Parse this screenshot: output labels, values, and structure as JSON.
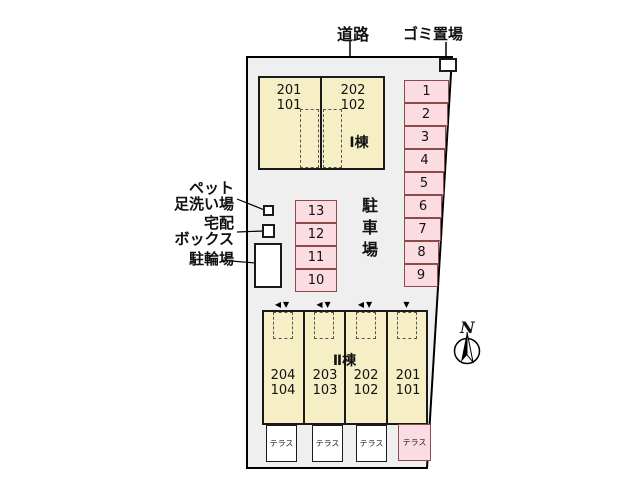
{
  "colors": {
    "site_fill": "#efefef",
    "building_fill": "#f6efc6",
    "stall_fill": "#fbdce3",
    "stall_border": "#8c4a4a"
  },
  "top_labels": {
    "road": "道路",
    "garbage": "ゴミ置場"
  },
  "left_labels": {
    "pet_wash": "ペット\n足洗い場",
    "delivery_box": "宅配\nボックス",
    "bicycle": "駐輪場"
  },
  "parking": {
    "label": "駐車場",
    "right_stalls": [
      "1",
      "2",
      "3",
      "4",
      "5",
      "6",
      "7",
      "8",
      "9"
    ],
    "middle_stalls": [
      "13",
      "12",
      "11",
      "10"
    ]
  },
  "building1": {
    "label": "Ⅰ棟",
    "units": [
      {
        "upper": "201",
        "lower": "101"
      },
      {
        "upper": "202",
        "lower": "102"
      }
    ]
  },
  "building2": {
    "label": "Ⅱ棟",
    "entry_markers": [
      "◀▼",
      "◀▼",
      "◀▼",
      "▼"
    ],
    "units": [
      {
        "upper": "204",
        "lower": "104"
      },
      {
        "upper": "203",
        "lower": "103"
      },
      {
        "upper": "202",
        "lower": "102"
      },
      {
        "upper": "201",
        "lower": "101"
      }
    ]
  },
  "terraces": [
    {
      "label": "テラス",
      "highlight": false
    },
    {
      "label": "テラス",
      "highlight": false
    },
    {
      "label": "テラス",
      "highlight": false
    },
    {
      "label": "テラス",
      "highlight": true
    }
  ],
  "compass": {
    "north": "N"
  }
}
